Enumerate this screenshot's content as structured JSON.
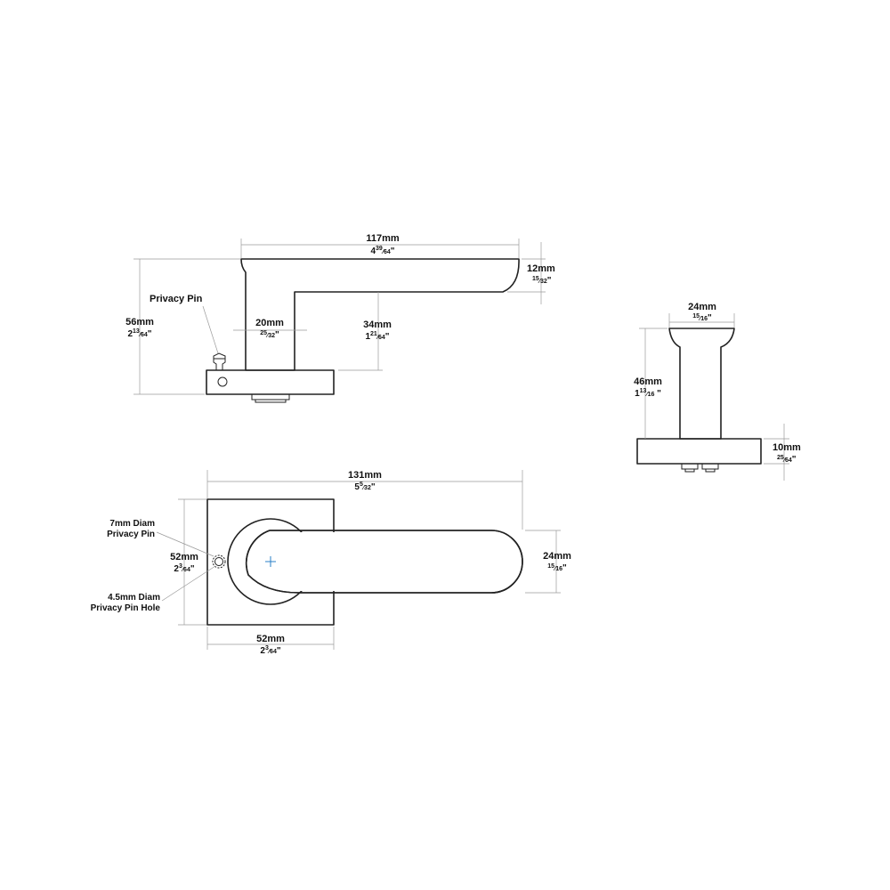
{
  "colors": {
    "line": "#222222",
    "dimension": "#9a9a9a",
    "text": "#111111",
    "background": "#ffffff"
  },
  "labels": {
    "privacy_pin": "Privacy Pin",
    "pin_diam_1": "7mm Diam",
    "pin_diam_2": "Privacy Pin",
    "hole_diam_1": "4.5mm Diam",
    "hole_diam_2": "Privacy Pin Hole"
  },
  "dimensions": {
    "side_length_mm": "117mm",
    "side_length_in": {
      "whole": "4",
      "num": "39",
      "den": "64",
      "mark": "\""
    },
    "lever_thick_mm": "12mm",
    "lever_thick_in": {
      "whole": "",
      "num": "15",
      "den": "32",
      "mark": "\""
    },
    "height_mm": "56mm",
    "height_in": {
      "whole": "2",
      "num": "13",
      "den": "64",
      "mark": "\""
    },
    "neck_mm": "20mm",
    "neck_in": {
      "whole": "",
      "num": "25",
      "den": "32",
      "mark": "\""
    },
    "drop_mm": "34mm",
    "drop_in": {
      "whole": "1",
      "num": "21",
      "den": "64",
      "mark": "\""
    },
    "neck_width_mm": "24mm",
    "neck_width_in": {
      "whole": "",
      "num": "15",
      "den": "16",
      "mark": "\""
    },
    "neck_height_mm": "46mm",
    "neck_height_in": {
      "whole": "1",
      "num": "13",
      "den": "16",
      "mark": " \""
    },
    "rose_thick_mm": "10mm",
    "rose_thick_in": {
      "whole": "",
      "num": "25",
      "den": "64",
      "mark": "\""
    },
    "front_length_mm": "131mm",
    "front_length_in": {
      "whole": "5",
      "num": "5",
      "den": "32",
      "mark": "\""
    },
    "rose_height_mm": "52mm",
    "rose_height_in": {
      "whole": "2",
      "num": "3",
      "den": "64",
      "mark": "\""
    },
    "lever_width_mm": "24mm",
    "lever_width_in": {
      "whole": "",
      "num": "15",
      "den": "16",
      "mark": "\""
    },
    "rose_width_mm": "52mm",
    "rose_width_in": {
      "whole": "2",
      "num": "3",
      "den": "64",
      "mark": "\""
    }
  }
}
